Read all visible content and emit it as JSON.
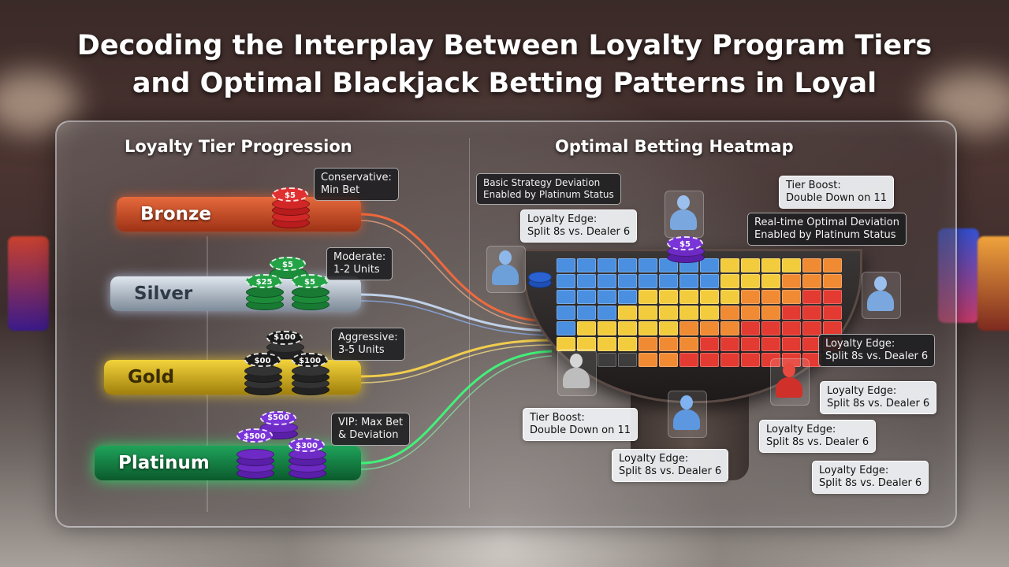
{
  "title_line1": "Decoding the Interplay Between Loyalty Program Tiers",
  "title_line2": "and Optimal Blackjack Betting Patterns in Loyal",
  "left_section_title": "Loyalty Tier Progression",
  "right_section_title": "Optimal Betting Heatmap",
  "tiers": [
    {
      "label": "Bronze",
      "callout": "Conservative:\nMin Bet",
      "chips": [
        "$5"
      ],
      "color": "#e0552b"
    },
    {
      "label": "Silver",
      "callout": "Moderate:\n1-2 Units",
      "chips": [
        "$5",
        "$25",
        "$5"
      ],
      "color": "#cfd8e2"
    },
    {
      "label": "Gold",
      "callout": "Aggressive:\n3-5 Units",
      "chips": [
        "$100",
        "$00",
        "$100"
      ],
      "color": "#e8c21c"
    },
    {
      "label": "Platinum",
      "callout": "VIP: Max Bet\n& Deviation",
      "chips": [
        "$500",
        "$500",
        "$300"
      ],
      "color": "#16a04f"
    }
  ],
  "heatmap_callouts": {
    "basic": "Basic Strategy Deviation\nEnabled by Platinum Status",
    "edge_top": "Loyalty Edge:\nSplit 8s vs. Dealer 6",
    "tier_boost_top": "Tier Boost:\nDouble Down on 11",
    "realtime": "Real-time Optimal Deviation\nEnabled by Platinum Status",
    "edge_right": "Loyalty Edge:\nSplit 8s vs. Dealer 6",
    "edge_r2": "Loyalty Edge:\nSplit 8s vs. Dealer 6",
    "tier_boost_bottom": "Tier Boost:\nDouble Down on 11",
    "edge_mid": "Loyalty Edge:\nSplit 8s vs. Dealer 6",
    "edge_bottom": "Loyalty Edge:\nSplit 8s vs. Dealer 6",
    "edge_br": "Loyalty Edge:\nSplit 8s vs. Dealer 6"
  },
  "table_chips": {
    "purple": "$5"
  },
  "colors": {
    "blue": "#4a8fe0",
    "yellow": "#f2cc3c",
    "orange": "#f08a33",
    "red": "#e33a32"
  }
}
